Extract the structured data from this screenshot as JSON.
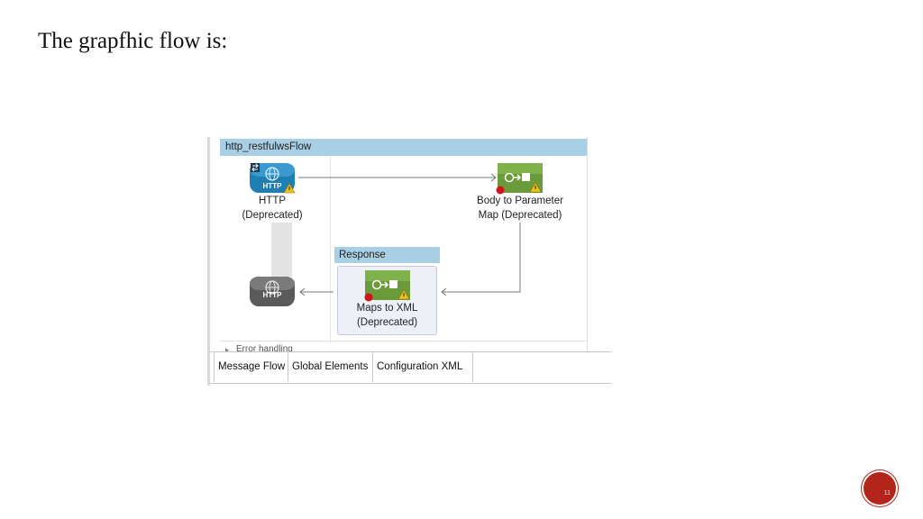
{
  "slide": {
    "title": "The grapfhic flow is:",
    "page_number": "11",
    "accent_color": "#b3251b"
  },
  "flow": {
    "name": "http_restfulwsFlow",
    "nodes": {
      "http_source": {
        "line1": "HTTP",
        "line2": "(Deprecated)",
        "badge_text": "HTTP",
        "icon": "globe-icon"
      },
      "body_to_param": {
        "line1": "Body to Parameter",
        "line2": "Map (Deprecated)",
        "icon": "transformer-icon"
      },
      "maps_to_xml": {
        "line1": "Maps to XML",
        "line2": "(Deprecated)",
        "icon": "transformer-icon"
      },
      "http_response": {
        "badge_text": "HTTP",
        "icon": "globe-icon"
      }
    },
    "response_section": {
      "label": "Response"
    },
    "error_handling": {
      "label": "Error handling"
    },
    "colors": {
      "header": "#a8cfe3",
      "http_blue": "#1f7fb3",
      "transformer_green": "#6a9a3a"
    }
  },
  "tabs": [
    {
      "label": "Message Flow",
      "active": true
    },
    {
      "label": "Global Elements",
      "active": false
    },
    {
      "label": "Configuration XML",
      "active": false
    }
  ]
}
